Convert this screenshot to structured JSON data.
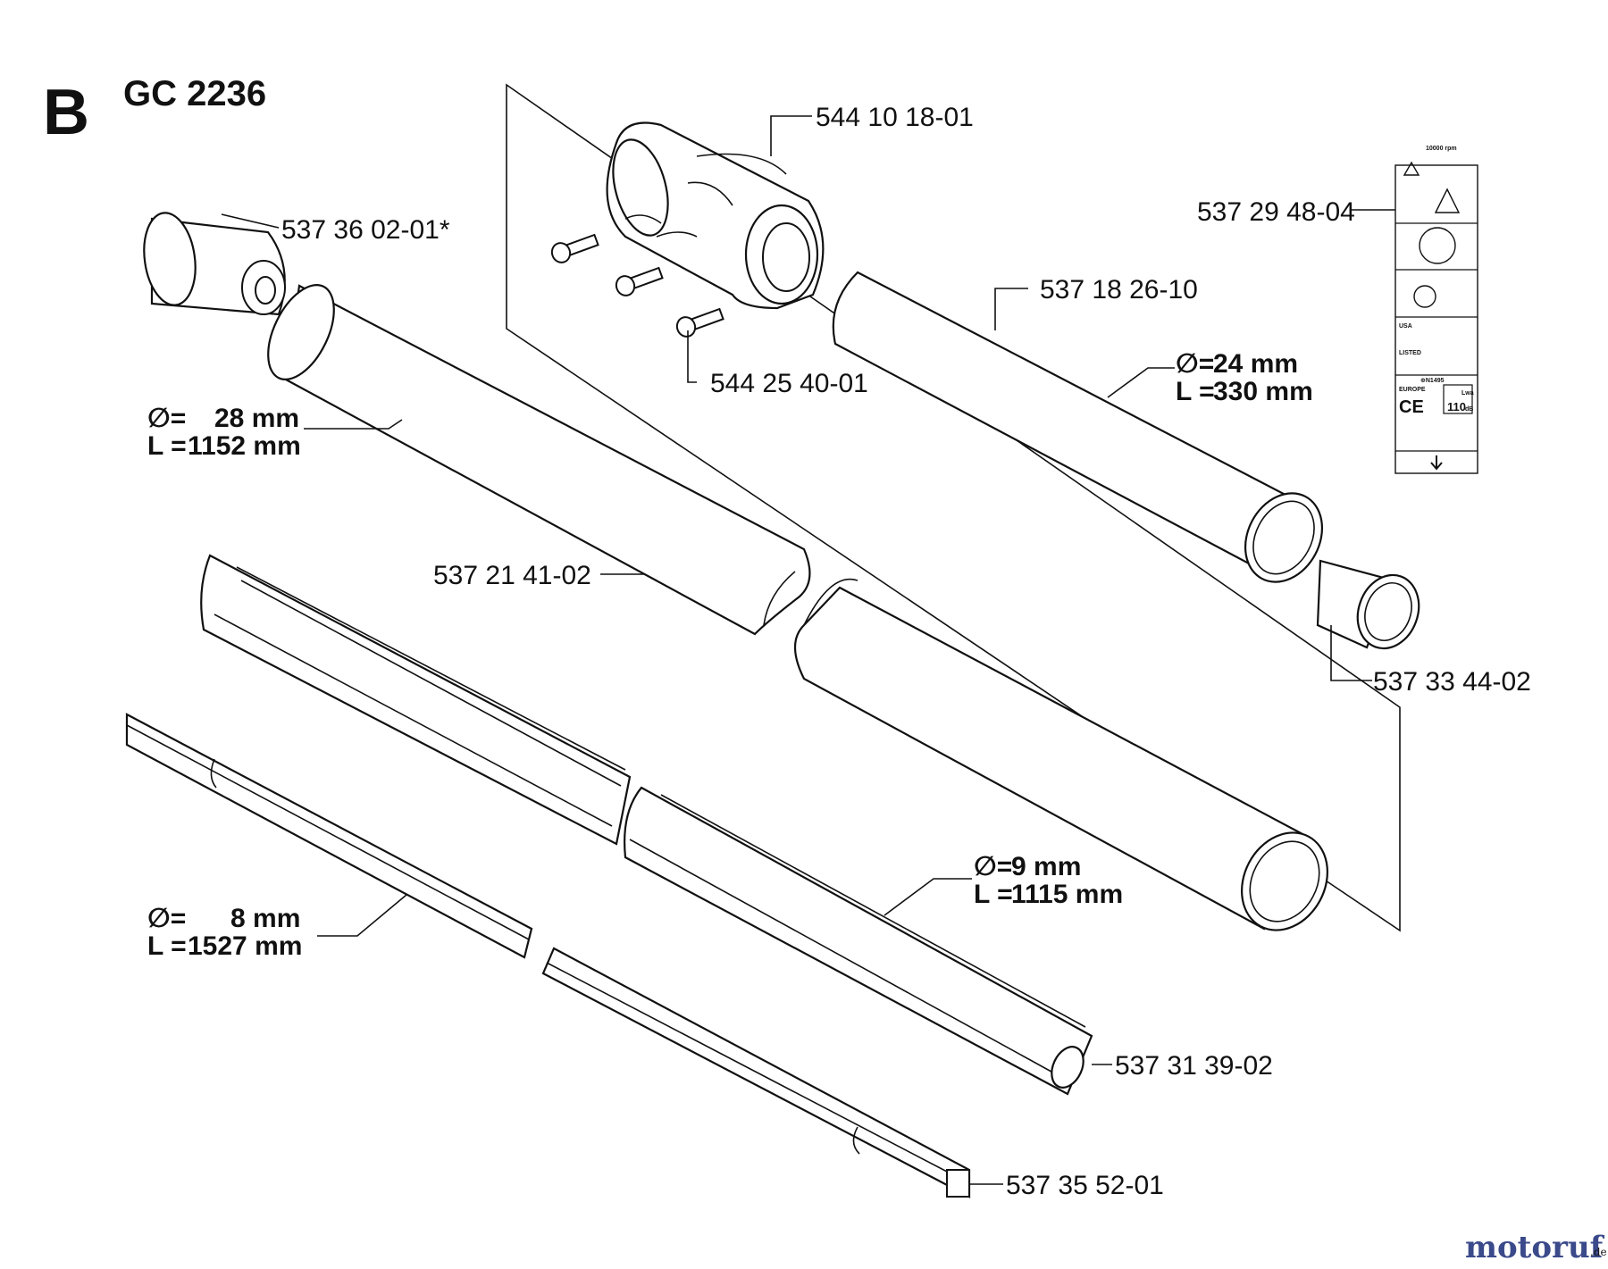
{
  "header": {
    "section_letter": "B",
    "model": "GC 2236"
  },
  "parts": [
    {
      "number": "544 10 18-01"
    },
    {
      "number": "537 36 02-01*"
    },
    {
      "number": "544 25 40-01"
    },
    {
      "number": "537 18 26-10"
    },
    {
      "number": "537 29 48-04"
    },
    {
      "number": "537 21 41-02"
    },
    {
      "number": "537 33 44-02"
    },
    {
      "number": "537 31 39-02"
    },
    {
      "number": "537 35 52-01"
    }
  ],
  "dimensions": {
    "shaft_tube": {
      "diameter_prefix": "∅=",
      "diameter": "28 mm",
      "length_prefix": "L =",
      "length": "1152 mm"
    },
    "upper_tube": {
      "diameter_prefix": "∅=",
      "diameter": "24 mm",
      "length_prefix": "L =",
      "length": "330 mm"
    },
    "drive_shaft": {
      "diameter_prefix": "∅=",
      "diameter": "8 mm",
      "length_prefix": "L =",
      "length": "1527 mm"
    },
    "liner": {
      "diameter_prefix": "∅=",
      "diameter": "9 mm",
      "length_prefix": "L =",
      "length": "1115 mm"
    }
  },
  "decal": {
    "rpm": "10000 rpm",
    "usa": "USA",
    "listed": "LISTED",
    "europe": "EUROPE",
    "code": "⊕N1495",
    "ce": "CE",
    "lwa_unit": "Lwa",
    "lwa_value": "110",
    "lwa_suffix": "dB"
  },
  "watermark": {
    "brand": "motoruf",
    "tld": ".de"
  }
}
